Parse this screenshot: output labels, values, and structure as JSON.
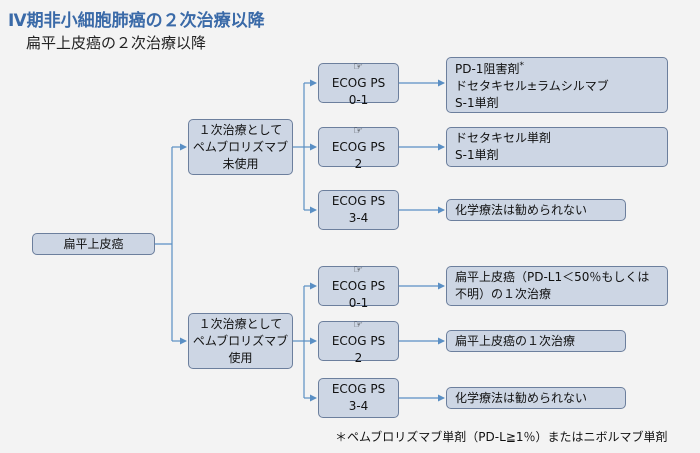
{
  "title": "Ⅳ期非小細胞肺癌の２次治療以降",
  "subtitle": "扁平上皮癌の２次治療以降",
  "root": "扁平上皮癌",
  "branches": [
    {
      "line1": "１次治療として",
      "line2": "ペムブロリズマブ",
      "line3": "未使用"
    },
    {
      "line1": "１次治療として",
      "line2": "ペムブロリズマブ",
      "line3": "使用"
    }
  ],
  "ps_nodes": {
    "u1": {
      "l1": "ECOG PS",
      "l2": "0-1"
    },
    "u2": {
      "l1": "ECOG PS",
      "l2": "2"
    },
    "u3": {
      "l1": "ECOG PS",
      "l2": "3-4"
    },
    "d1": {
      "l1": "ECOG PS",
      "l2": "0-1"
    },
    "d2": {
      "l1": "ECOG PS",
      "l2": "2"
    },
    "d3": {
      "l1": "ECOG PS",
      "l2": "3-4"
    }
  },
  "hand_icon": "☞",
  "treatments": {
    "u1": {
      "l1": "PD-1阻害剤",
      "mark": "*",
      "l2": "ドセタキセル±ラムシルマブ",
      "l3": "S-1単剤"
    },
    "u2": {
      "l1": "ドセタキセル単剤",
      "l2": "S-1単剤"
    },
    "u3": {
      "l1": "化学療法は勧められない"
    },
    "d1": {
      "l1": "扁平上皮癌（PD-L1＜50％もしくは",
      "l2": "不明）の１次治療"
    },
    "d2": {
      "l1": "扁平上皮癌の１次治療"
    },
    "d3": {
      "l1": "化学療法は勧められない"
    }
  },
  "footnote": "＊ペムブロリズマブ単剤（PD-L≧1％）またはニボルマブ単剤",
  "colors": {
    "title": "#3a6aa8",
    "box_fill": "#cdd6e4",
    "box_border": "#6c7f9d",
    "line": "#5a8fc4",
    "background": "#f3f3f3"
  }
}
